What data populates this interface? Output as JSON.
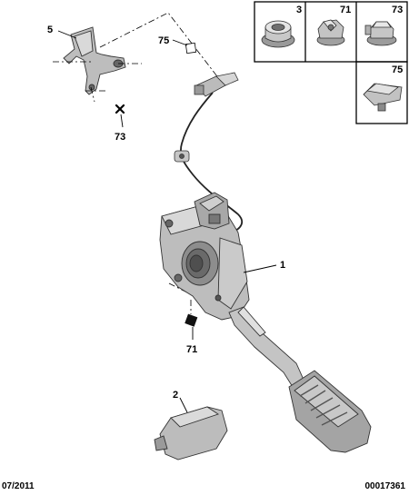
{
  "callouts": {
    "c5": "5",
    "c75_main": "75",
    "c73_main": "73",
    "c1": "1",
    "c71_main": "71",
    "c2": "2"
  },
  "inset": {
    "labels": [
      "3",
      "71",
      "73",
      "75"
    ]
  },
  "footer": {
    "date": "07/2011",
    "reference": "00017361"
  }
}
